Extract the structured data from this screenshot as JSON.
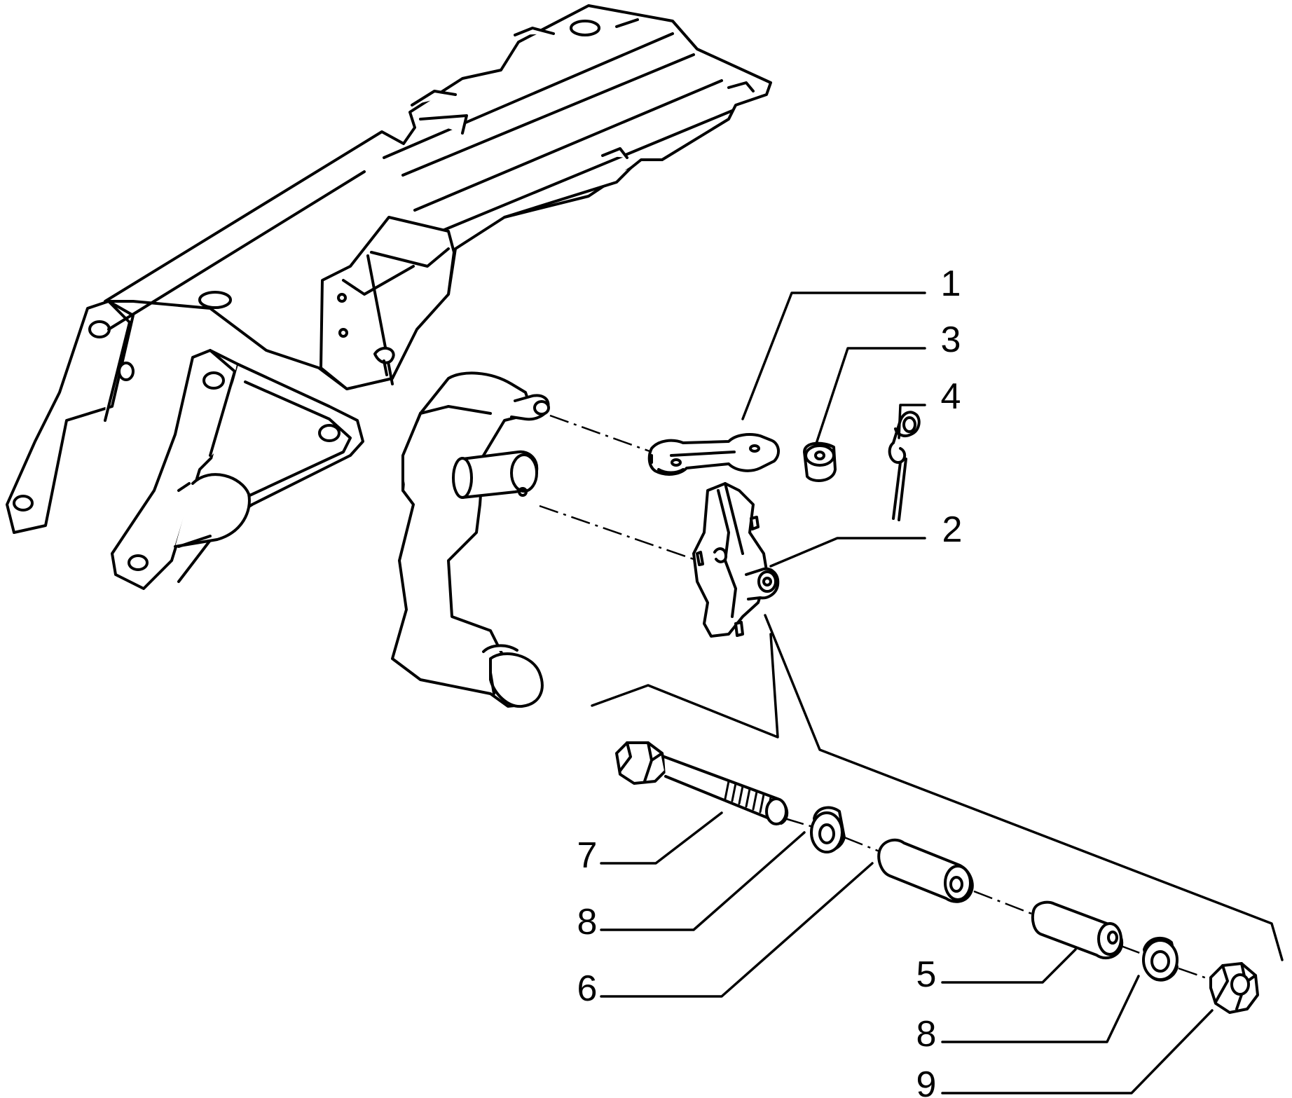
{
  "callouts": [
    {
      "id": "c1",
      "label": "1"
    },
    {
      "id": "c3",
      "label": "3"
    },
    {
      "id": "c4",
      "label": "4"
    },
    {
      "id": "c2",
      "label": "2"
    },
    {
      "id": "c7",
      "label": "7"
    },
    {
      "id": "c8a",
      "label": "8"
    },
    {
      "id": "c6",
      "label": "6"
    },
    {
      "id": "c5",
      "label": "5"
    },
    {
      "id": "c8b",
      "label": "8"
    },
    {
      "id": "c9",
      "label": "9"
    }
  ]
}
